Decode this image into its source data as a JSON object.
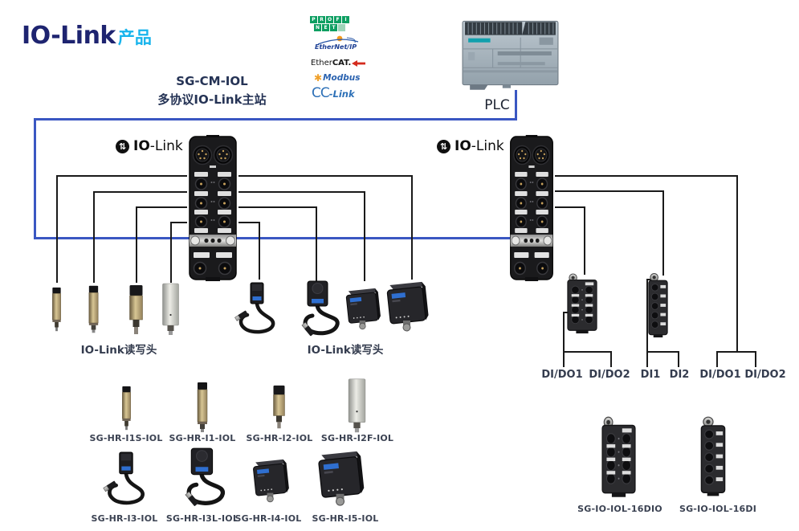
{
  "title": {
    "main": "IO-Link",
    "suffix": "产品"
  },
  "master_station": {
    "model": "SG-CM-IOL",
    "name": "多协议IO-Link主站"
  },
  "plc": {
    "label": "PLC"
  },
  "iolink_logo": {
    "bold": "IO",
    "rest": "-Link",
    "symbol": "⇅"
  },
  "protocols": {
    "profinet": {
      "top": [
        "P",
        "R",
        "O",
        "F",
        "I"
      ],
      "bottom": [
        "N",
        "E",
        "T"
      ]
    },
    "ethernet_ip": {
      "text": "EtherNet/IP"
    },
    "ethercat": {
      "a": "Ether",
      "b": "CAT."
    },
    "modbus": {
      "star": "✱",
      "text": "Modbus"
    },
    "cclink": {
      "a": "CC",
      "b": "-Link"
    }
  },
  "reader_groups": {
    "left": "IO-Link读写头",
    "mid": "IO-Link读写头"
  },
  "port_labels": {
    "dio1_left": "DI/DO1",
    "dio2_left": "DI/DO2",
    "di1": "DI1",
    "di2": "DI2",
    "dio1_right": "DI/DO1",
    "dio2_right": "DI/DO2"
  },
  "products": {
    "row1": [
      "SG-HR-I1S-IOL",
      "SG-HR-I1-IOL",
      "SG-HR-I2-IOL",
      "SG-HR-I2F-IOL"
    ],
    "row2": [
      "SG-HR-I3-IOL",
      "SG-HR-I3L-IOL",
      "SG-HR-I4-IOL",
      "SG-HR-I5-IOL"
    ],
    "hubs": [
      "SG-IO-IOL-16DIO",
      "SG-IO-IOL-16DI"
    ]
  },
  "colors": {
    "accent_blue": "#3a57c2",
    "title_navy": "#1e2470",
    "title_cyan": "#18b4ec",
    "label_dark": "#3b4252",
    "line_black": "#1a1a1a"
  }
}
